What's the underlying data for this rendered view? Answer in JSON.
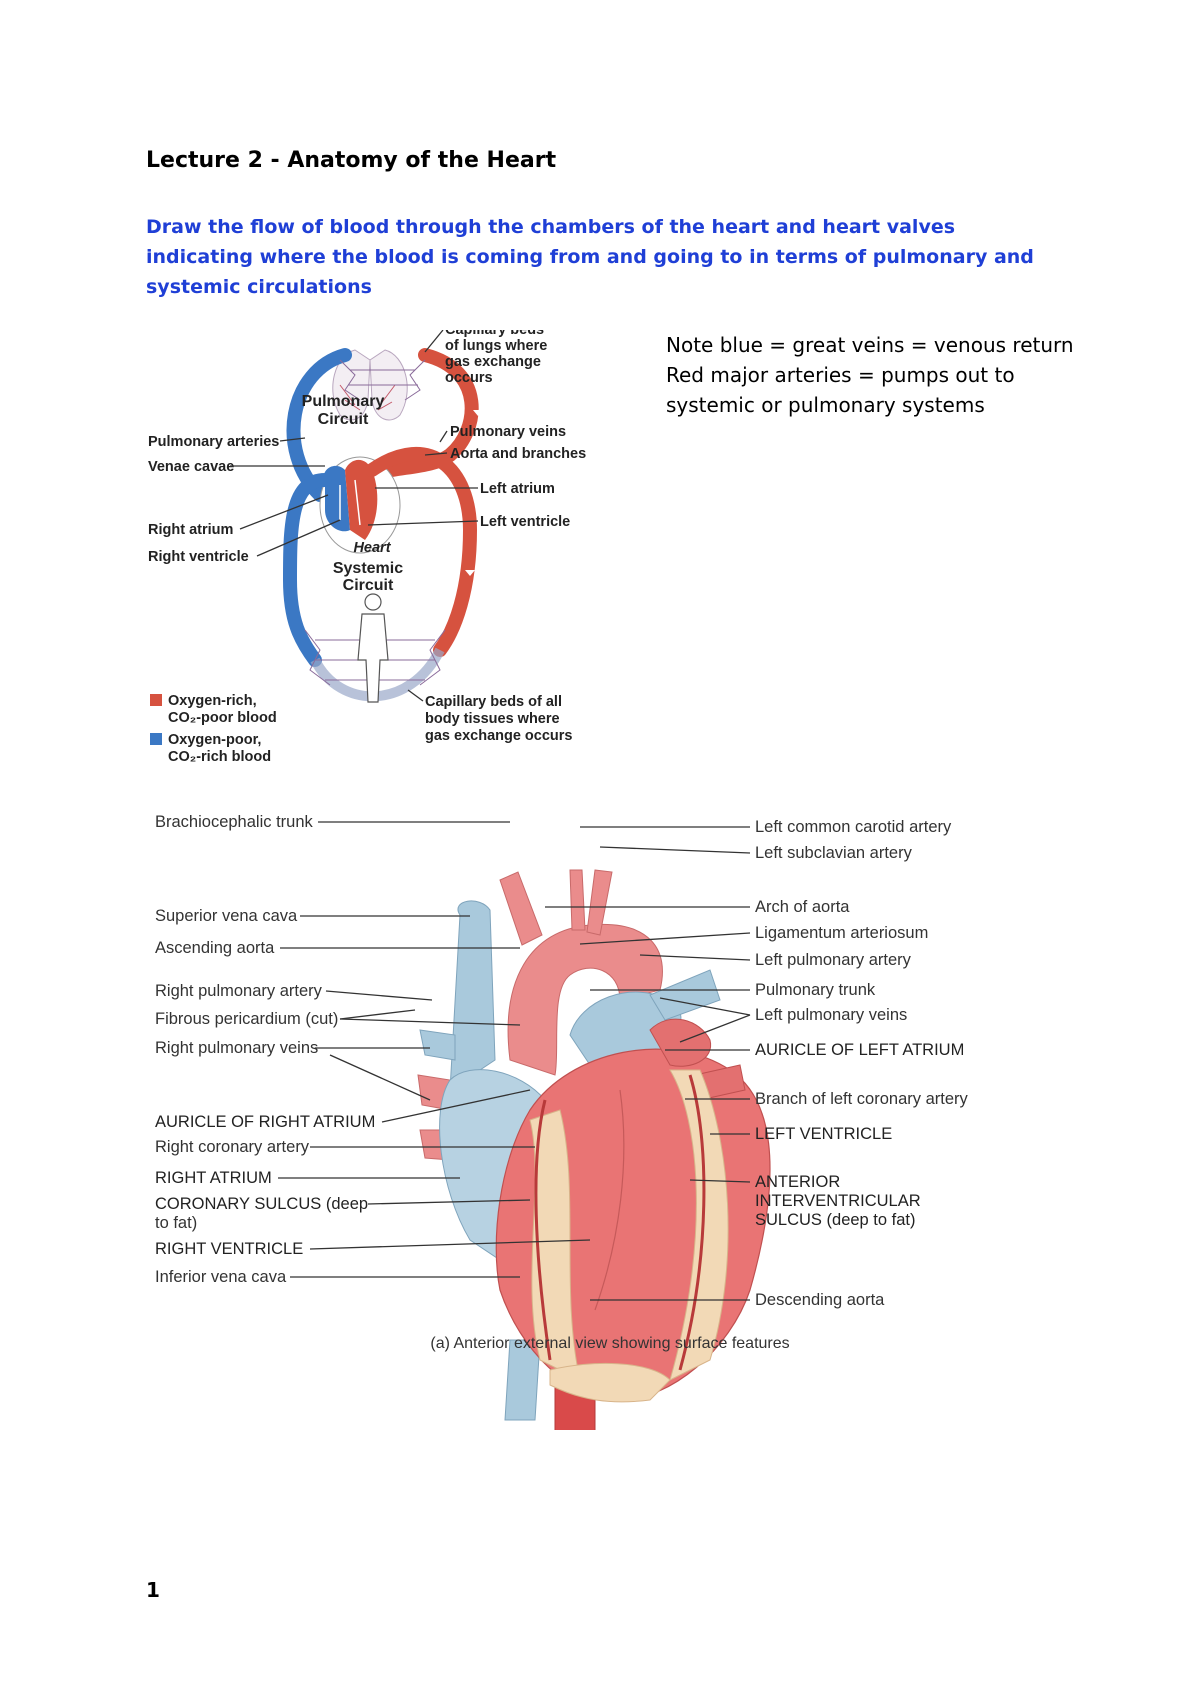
{
  "title": "Lecture 2 - Anatomy of the Heart",
  "instruction": "Draw the flow of blood through the chambers of the heart and heart valves indicating where the blood is coming from and going to in terms of pulmonary and systemic circulations",
  "note_lines": [
    "Note blue = great veins = venous return",
    "Red major arteries = pumps out to",
    "systemic or pulmonary systems"
  ],
  "colors": {
    "instruction_text": "#1f3fd6",
    "oxygen_rich": "#d6523f",
    "oxygen_poor": "#3b78c4",
    "artery_pink": "#e87a7a",
    "vein_blue": "#a9c9dc",
    "fat_yellow": "#f2d9b6"
  },
  "circulation_diagram": {
    "labels": {
      "capillary_lungs_1": "Capillary beds",
      "capillary_lungs_2": "of lungs where",
      "capillary_lungs_3": "gas exchange",
      "capillary_lungs_4": "occurs",
      "pulmonary_circuit_1": "Pulmonary",
      "pulmonary_circuit_2": "Circuit",
      "pulmonary_arteries": "Pulmonary arteries",
      "venae_cavae": "Venae cavae",
      "pulmonary_veins": "Pulmonary veins",
      "aorta_branches": "Aorta and branches",
      "left_atrium": "Left atrium",
      "left_ventricle": "Left ventricle",
      "right_atrium": "Right atrium",
      "right_ventricle": "Right ventricle",
      "heart": "Heart",
      "systemic_circuit_1": "Systemic",
      "systemic_circuit_2": "Circuit",
      "capillary_body_1": "Capillary beds of all",
      "capillary_body_2": "body tissues where",
      "capillary_body_3": "gas exchange occurs"
    },
    "legend": [
      {
        "line1": "Oxygen-rich,",
        "line2": "CO₂-poor blood",
        "color": "#d6523f"
      },
      {
        "line1": "Oxygen-poor,",
        "line2": "CO₂-rich blood",
        "color": "#3b78c4"
      }
    ]
  },
  "heart_diagram": {
    "left_labels": {
      "brachiocephalic": "Brachiocephalic trunk",
      "svc": "Superior vena cava",
      "ascending_aorta": "Ascending aorta",
      "right_pulm_artery": "Right pulmonary artery",
      "fibrous_pericardium": "Fibrous pericardium (cut)",
      "right_pulm_veins": "Right pulmonary veins",
      "auricle_right": "AURICLE OF RIGHT ATRIUM",
      "right_coronary": "Right coronary artery",
      "right_atrium": "RIGHT ATRIUM",
      "coronary_sulcus_1": "CORONARY SULCUS (deep",
      "coronary_sulcus_2": "to fat)",
      "right_ventricle": "RIGHT VENTRICLE",
      "ivc": "Inferior vena cava"
    },
    "right_labels": {
      "left_common_carotid": "Left common carotid artery",
      "left_subclavian": "Left subclavian artery",
      "arch_aorta": "Arch of aorta",
      "ligamentum": "Ligamentum arteriosum",
      "left_pulm_artery": "Left pulmonary artery",
      "pulm_trunk": "Pulmonary trunk",
      "left_pulm_veins": "Left pulmonary veins",
      "auricle_left": "AURICLE OF LEFT ATRIUM",
      "branch_left_coronary": "Branch of left coronary artery",
      "left_ventricle": "LEFT VENTRICLE",
      "anterior_1": "ANTERIOR",
      "anterior_2": "INTERVENTRICULAR",
      "anterior_3": "SULCUS (deep to fat)",
      "descending_aorta": "Descending aorta"
    },
    "caption": "(a) Anterior external view showing surface features"
  },
  "page_number": "1"
}
